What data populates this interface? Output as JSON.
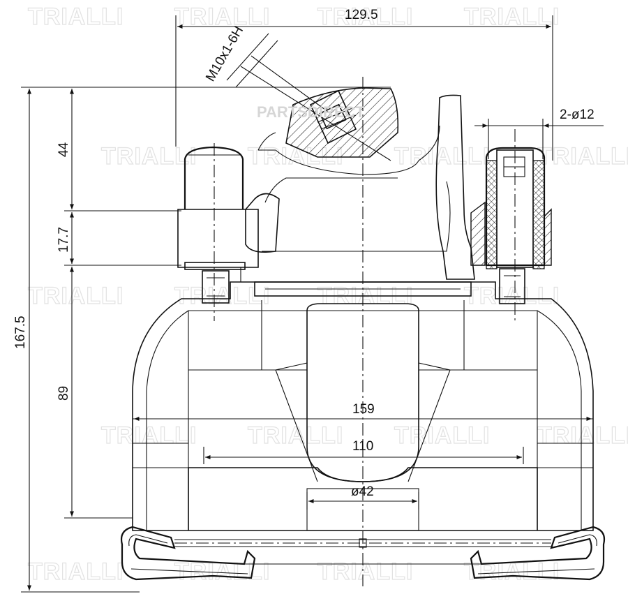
{
  "watermark": {
    "brand": "TRIALLI",
    "site": "PARTSDIRECT"
  },
  "dimensions": {
    "overall_width": "129.5",
    "thread": "M10x1-6H",
    "mount_holes": "2-ø12",
    "height_total": "167.5",
    "height_top": "44",
    "height_mid": "17.7",
    "height_lower": "89",
    "width_outer": "159",
    "width_inner": "110",
    "piston_dia": "ø42"
  }
}
